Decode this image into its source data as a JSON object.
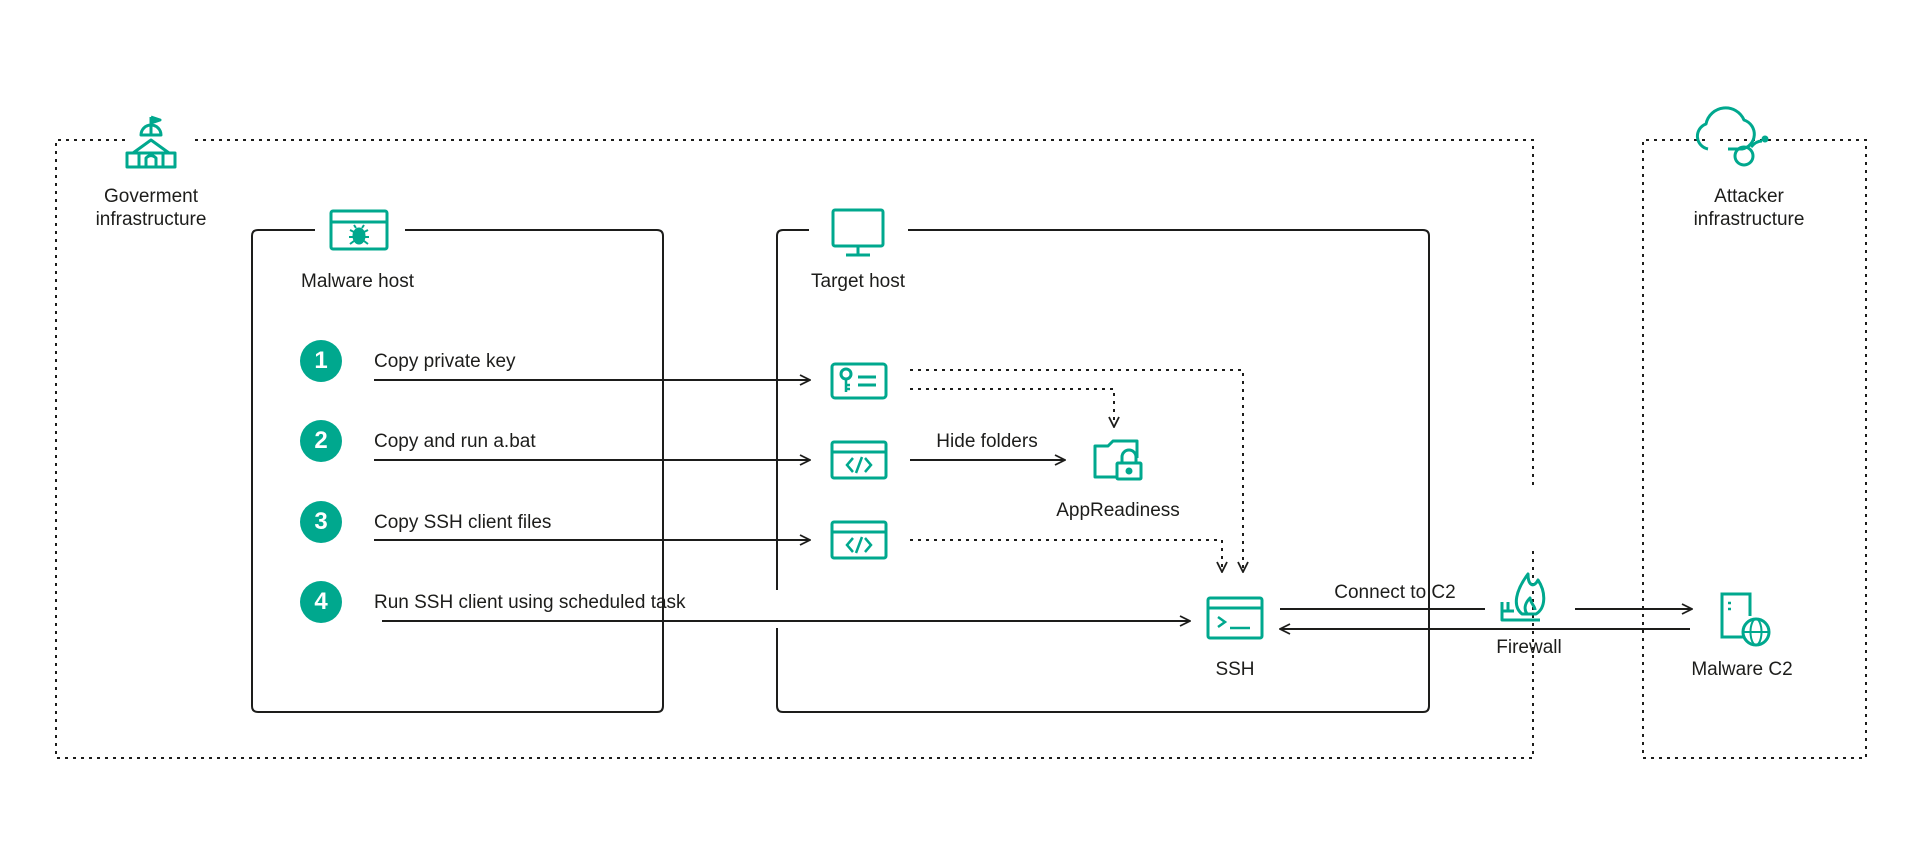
{
  "zones": {
    "government": "Goverment\ninfrastructure",
    "attacker": "Attacker\ninfrastructure"
  },
  "hosts": {
    "malware_host": "Malware host",
    "target_host": "Target host"
  },
  "steps": [
    {
      "number": "1",
      "label": "Copy private key"
    },
    {
      "number": "2",
      "label": "Copy and run a.bat"
    },
    {
      "number": "3",
      "label": "Copy SSH client files"
    },
    {
      "number": "4",
      "label": "Run SSH client using scheduled task"
    }
  ],
  "flow": {
    "hide_folders": "Hide folders",
    "appreadiness": "AppReadiness",
    "ssh": "SSH",
    "connect_c2": "Connect to C2",
    "firewall": "Firewall",
    "malware_c2": "Malware C2"
  },
  "colors": {
    "accent": "#00a88e",
    "line": "#1d1d1b"
  },
  "icons": [
    "government-building-icon",
    "cloud-bomb-icon",
    "bug-window-icon",
    "monitor-icon",
    "key-card-icon",
    "code-window-icon",
    "locked-folder-icon",
    "terminal-icon",
    "firewall-icon",
    "server-globe-icon"
  ]
}
